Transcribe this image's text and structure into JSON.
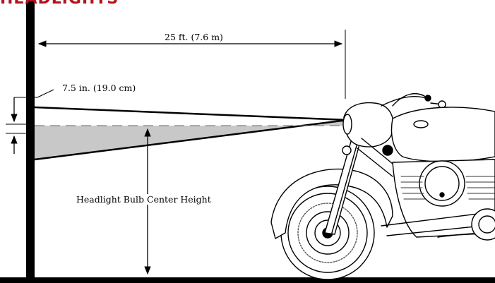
{
  "header": {
    "title": "HEADLIGHTS"
  },
  "dimensions": {
    "distance_label": "25 ft. (7.6 m)",
    "drop_label": "7.5 in. (19.0 cm)",
    "height_label": "Headlight Bulb Center Height"
  },
  "colors": {
    "header": "#b5121b",
    "ink": "#000000",
    "beam_fill": "#c8c8c8"
  }
}
